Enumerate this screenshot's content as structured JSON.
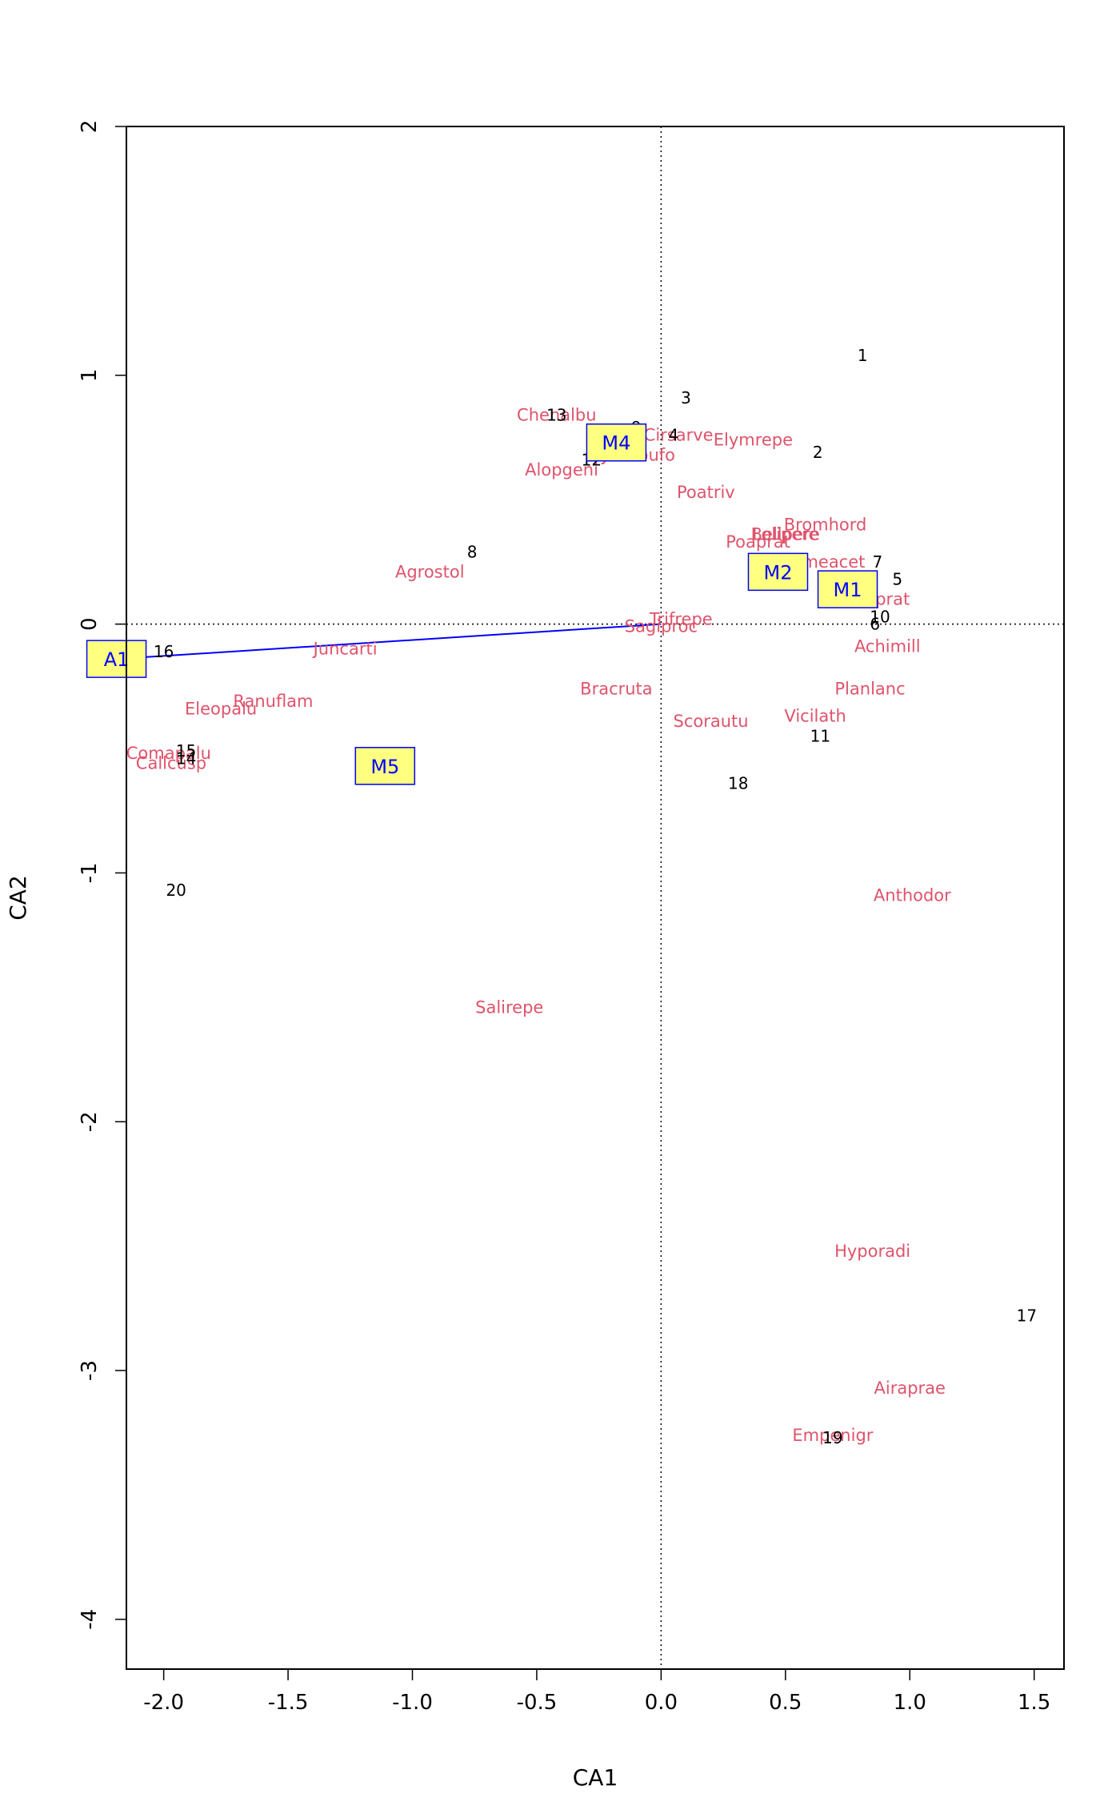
{
  "chart_data": {
    "type": "scatter",
    "xlabel": "CA1",
    "ylabel": "CA2",
    "xlim": [
      -2.15,
      1.62
    ],
    "ylim": [
      -4.2,
      2.0
    ],
    "x_ticks": [
      -2.0,
      -1.5,
      -1.0,
      -0.5,
      0.0,
      0.5,
      1.0,
      1.5
    ],
    "x_tick_labels": [
      "-2.0",
      "-1.5",
      "-1.0",
      "-0.5",
      "0.0",
      "0.5",
      "1.0",
      "1.5"
    ],
    "y_ticks": [
      2,
      1,
      0,
      -1,
      -2,
      -3,
      -4
    ],
    "y_tick_labels": [
      "2",
      "1",
      "0",
      "-1",
      "-2",
      "-3",
      "-4"
    ],
    "reference_lines": {
      "x": 0,
      "y": 0,
      "style": "dotted"
    },
    "colors": {
      "sites": "#000000",
      "species": "#DF536B",
      "factor": "#0000ff",
      "factor_fill": "#ffff80"
    },
    "sites": [
      {
        "label": "1",
        "x": 0.81,
        "y": 1.08
      },
      {
        "label": "2",
        "x": 0.63,
        "y": 0.69
      },
      {
        "label": "3",
        "x": 0.1,
        "y": 0.91
      },
      {
        "label": "4",
        "x": 0.05,
        "y": 0.76
      },
      {
        "label": "5",
        "x": 0.95,
        "y": 0.18
      },
      {
        "label": "6",
        "x": 0.86,
        "y": 0.0
      },
      {
        "label": "7",
        "x": 0.87,
        "y": 0.25
      },
      {
        "label": "8",
        "x": -0.76,
        "y": 0.29
      },
      {
        "label": "9",
        "x": -0.1,
        "y": 0.79
      },
      {
        "label": "10",
        "x": 0.88,
        "y": 0.03
      },
      {
        "label": "11",
        "x": 0.64,
        "y": -0.45
      },
      {
        "label": "12",
        "x": -0.28,
        "y": 0.66
      },
      {
        "label": "13",
        "x": -0.42,
        "y": 0.84
      },
      {
        "label": "14",
        "x": -1.91,
        "y": -0.54
      },
      {
        "label": "15",
        "x": -1.91,
        "y": -0.51
      },
      {
        "label": "16",
        "x": -2.0,
        "y": -0.11
      },
      {
        "label": "17",
        "x": 1.47,
        "y": -2.78
      },
      {
        "label": "18",
        "x": 0.31,
        "y": -0.64
      },
      {
        "label": "19",
        "x": 0.69,
        "y": -3.27
      },
      {
        "label": "20",
        "x": -1.95,
        "y": -1.07
      }
    ],
    "species": [
      {
        "label": "Achimill",
        "x": 0.91,
        "y": -0.09
      },
      {
        "label": "Agrostol",
        "x": -0.93,
        "y": 0.21
      },
      {
        "label": "Airaprae",
        "x": 1.0,
        "y": -3.07
      },
      {
        "label": "Alopgeni",
        "x": -0.4,
        "y": 0.62
      },
      {
        "label": "Anthodor",
        "x": 1.01,
        "y": -1.09
      },
      {
        "label": "Bellpere",
        "x": 0.5,
        "y": 0.36
      },
      {
        "label": "Bromhord",
        "x": 0.66,
        "y": 0.4
      },
      {
        "label": "Chenalbu",
        "x": -0.42,
        "y": 0.84
      },
      {
        "label": "Cirsarve",
        "x": 0.07,
        "y": 0.76
      },
      {
        "label": "Comapalu",
        "x": -1.98,
        "y": -0.52
      },
      {
        "label": "Eleopalu",
        "x": -1.77,
        "y": -0.34
      },
      {
        "label": "Elymrepe",
        "x": 0.37,
        "y": 0.74
      },
      {
        "label": "Empenigr",
        "x": 0.69,
        "y": -3.26
      },
      {
        "label": "Hyporadi",
        "x": 0.85,
        "y": -2.52
      },
      {
        "label": "Juncarti",
        "x": -1.27,
        "y": -0.1
      },
      {
        "label": "Juncbufo",
        "x": -0.09,
        "y": 0.68
      },
      {
        "label": "Lolipere",
        "x": 0.5,
        "y": 0.36
      },
      {
        "label": "Planlanc",
        "x": 0.84,
        "y": -0.26
      },
      {
        "label": "Poaprat",
        "x": 0.39,
        "y": 0.33
      },
      {
        "label": "Poatriv",
        "x": 0.18,
        "y": 0.53
      },
      {
        "label": "Ranuflam",
        "x": -1.56,
        "y": -0.31
      },
      {
        "label": "Rumeacet",
        "x": 0.65,
        "y": 0.25
      },
      {
        "label": "Sagiproc",
        "x": 0.0,
        "y": -0.01
      },
      {
        "label": "Salirepe",
        "x": -0.61,
        "y": -1.54
      },
      {
        "label": "Scorautu",
        "x": 0.2,
        "y": -0.39
      },
      {
        "label": "Trifprat",
        "x": 0.88,
        "y": 0.1
      },
      {
        "label": "Trifrepe",
        "x": 0.08,
        "y": 0.02
      },
      {
        "label": "Vicilath",
        "x": 0.62,
        "y": -0.37
      },
      {
        "label": "Bracruta",
        "x": -0.18,
        "y": -0.26
      },
      {
        "label": "Callcusp",
        "x": -1.97,
        "y": -0.56
      }
    ],
    "factor_arrow": {
      "x0": 0.0,
      "y0": 0.0,
      "x1": -2.19,
      "y1": -0.14
    },
    "factor_levels": [
      {
        "label": "A1",
        "x": -2.19,
        "y": -0.14
      },
      {
        "label": "M1",
        "x": 0.75,
        "y": 0.14
      },
      {
        "label": "M2",
        "x": 0.47,
        "y": 0.21
      },
      {
        "label": "M4",
        "x": -0.18,
        "y": 0.73
      },
      {
        "label": "M5",
        "x": -1.11,
        "y": -0.57
      }
    ]
  }
}
